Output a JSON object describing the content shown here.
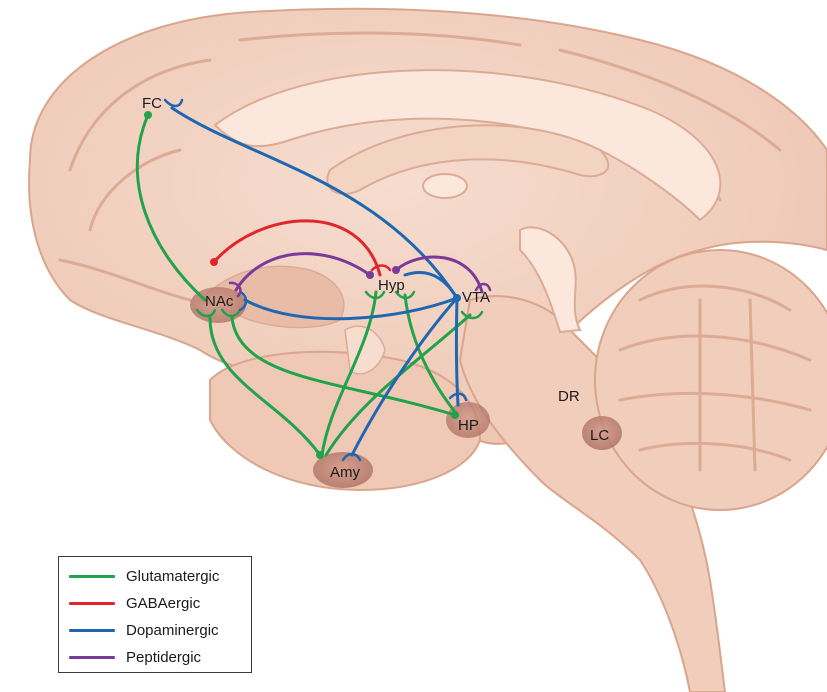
{
  "regions": {
    "fc": "FC",
    "nac": "NAc",
    "hyp": "Hyp",
    "vta": "VTA",
    "hp": "HP",
    "amy": "Amy",
    "dr": "DR",
    "lc": "LC"
  },
  "legend": {
    "items": [
      {
        "label": "Glutamatergic",
        "color": "#22a24a"
      },
      {
        "label": "GABAergic",
        "color": "#e0262c"
      },
      {
        "label": "Dopaminergic",
        "color": "#1f67b1"
      },
      {
        "label": "Peptidergic",
        "color": "#7a3a9a"
      }
    ]
  },
  "colors": {
    "brain_fill": "#f3d3c2",
    "brain_dark": "#e7b8a3",
    "brain_outline": "#d9a58d",
    "nucleus_fill": "#b97e70"
  }
}
